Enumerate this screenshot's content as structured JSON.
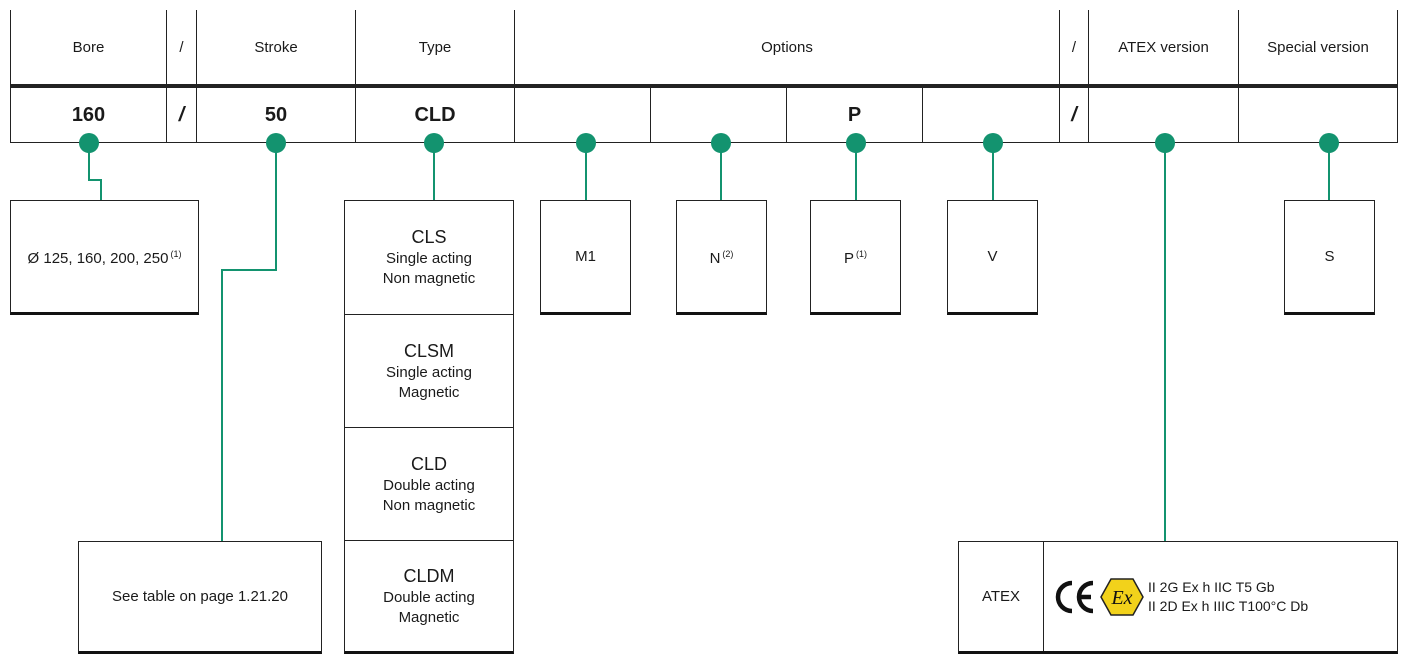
{
  "header": {
    "bore": "Bore",
    "slash1": "/",
    "stroke": "Stroke",
    "type": "Type",
    "options": "Options",
    "slash2": "/",
    "atex": "ATEX version",
    "special": "Special version"
  },
  "code": {
    "bore": "160",
    "slash1": "/",
    "stroke": "50",
    "type": "CLD",
    "opt_m": "",
    "opt_n": "",
    "opt_p": "P",
    "opt_v": "",
    "slash2": "/",
    "atex": "",
    "special": ""
  },
  "bore_box": {
    "text": "Ø 125, 160, 200, 250",
    "note": "(1)"
  },
  "stroke_box": {
    "text": "See table on page 1.21.20"
  },
  "types": [
    {
      "code": "CLS",
      "line1": "Single acting",
      "line2": "Non magnetic"
    },
    {
      "code": "CLSM",
      "line1": "Single acting",
      "line2": "Magnetic"
    },
    {
      "code": "CLD",
      "line1": "Double acting",
      "line2": "Non magnetic"
    },
    {
      "code": "CLDM",
      "line1": "Double acting",
      "line2": "Magnetic"
    }
  ],
  "options": [
    {
      "label": "M1",
      "note": ""
    },
    {
      "label": "N",
      "note": "(2)"
    },
    {
      "label": "P",
      "note": "(1)"
    },
    {
      "label": "V",
      "note": ""
    }
  ],
  "special_box": {
    "label": "S"
  },
  "atex_box": {
    "label": "ATEX",
    "line1": "II 2G Ex h IIC T5 Gb",
    "line2": "II 2D Ex h IIIC T100°C Db",
    "ce_mark": "CE",
    "ex_mark": "Ex"
  },
  "colors": {
    "accent": "#13936f",
    "ex_yellow": "#f2d21b",
    "line": "#222222"
  }
}
